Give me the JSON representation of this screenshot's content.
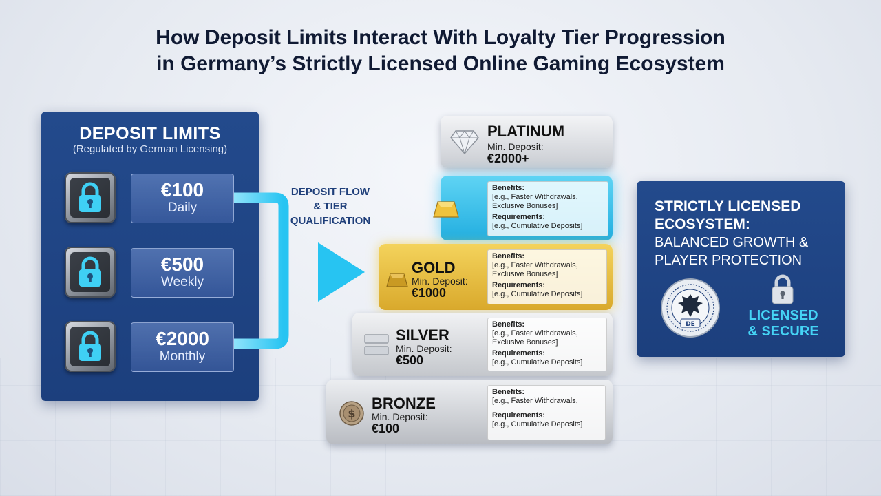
{
  "title": {
    "line1": "How Deposit Limits Interact With Loyalty Tier Progression",
    "line2": "in Germany’s Strictly Licensed Online Gaming Ecosystem"
  },
  "deposit_limits": {
    "title": "DEPOSIT LIMITS",
    "subtitle": "(Regulated by German Licensing)",
    "items": [
      {
        "amount": "€100",
        "period": "Daily",
        "icon": "padlock-icon"
      },
      {
        "amount": "€500",
        "period": "Weekly",
        "icon": "padlock-icon"
      },
      {
        "amount": "€2000",
        "period": "Monthly",
        "icon": "padlock-icon"
      }
    ]
  },
  "flow": {
    "line1": "DEPOSIT FLOW",
    "line2": "& TIER",
    "line3": "QUALIFICATION"
  },
  "tiers": {
    "platinum": {
      "name": "PLATINUM",
      "min_label": "Min. Deposit:",
      "amount": "€2000+",
      "icon": "diamond-icon"
    },
    "diamond": {
      "icon": "gold-bar-icon",
      "benefits_label": "Benefits:",
      "benefits_line1": "[e.g., Faster Withdrawals,",
      "benefits_line2": "Exclusive Bonuses]",
      "requirements_label": "Requirements:",
      "requirements_line": "[e.g., Cumulative Deposits]"
    },
    "gold": {
      "name": "GOLD",
      "min_label": "Min. Deposit:",
      "amount": "€1000",
      "icon": "gold-bar-icon",
      "benefits_label": "Benefits:",
      "benefits_line1": "[e.g., Faster Withdrawals,",
      "benefits_line2": "Exclusive Bonuses]",
      "requirements_label": "Requirements:",
      "requirements_line": "[e.g., Cumulative Deposits]"
    },
    "silver": {
      "name": "SILVER",
      "min_label": "Min. Deposit:",
      "amount": "€500",
      "icon": "silver-bar-icon",
      "benefits_label": "Benefits:",
      "benefits_line1": "[e.g., Faster Withdrawals,",
      "benefits_line2": "Exclusive Bonuses]",
      "requirements_label": "Requirements:",
      "requirements_line": "[e.g., Cumulative Deposits]"
    },
    "bronze": {
      "name": "BRONZE",
      "min_label": "Min. Deposit:",
      "amount": "€100",
      "icon": "coin-icon",
      "benefits_label": "Benefits:",
      "benefits_line1": "[e.g., Faster Withdrawals,",
      "requirements_label": "Requirements:",
      "requirements_line": "[e.g., Cumulative Deposits]"
    }
  },
  "ecosystem": {
    "title_line1": "STRICTLY LICENSED",
    "title_line2": "ECOSYSTEM:",
    "sub_line1": "BALANCED GROWTH &",
    "sub_line2": "PLAYER PROTECTION",
    "seal_text": "DE",
    "secure_line1": "LICENSED",
    "secure_line2": "& SECURE"
  },
  "colors": {
    "panel_blue": "#1f4584",
    "accent_cyan": "#45d3f5",
    "gold": "#e8bf45",
    "title_navy": "#101a33"
  }
}
